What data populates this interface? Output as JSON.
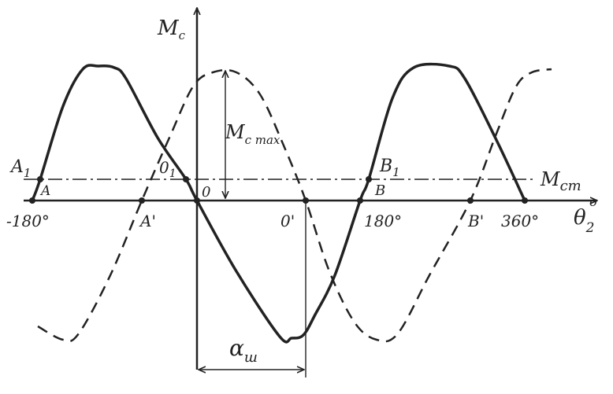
{
  "labels": {
    "y_axis": "M",
    "y_axis_sub": "c",
    "x_axis": "θ",
    "x_axis_sub": "2",
    "x_axis_sup": "o",
    "m_c_max": "M",
    "m_c_max_sub": "c max",
    "m_st": "M",
    "m_st_sub": "ст",
    "alpha": "α",
    "alpha_sub": "ш",
    "pt_A1": "A",
    "pt_A1_sub": "1",
    "pt_A": "A",
    "pt_A_prime": "A'",
    "pt_O1": "0",
    "pt_O1_sub": "1",
    "pt_O": "0",
    "pt_O_prime": "0'",
    "pt_B1": "B",
    "pt_B1_sub": "1",
    "pt_B": "B",
    "pt_B_prime": "B'",
    "tick_neg180": "-180°",
    "tick_180": "180°",
    "tick_360": "360°"
  },
  "colors": {
    "curve": "#222222",
    "axis": "#222222"
  }
}
